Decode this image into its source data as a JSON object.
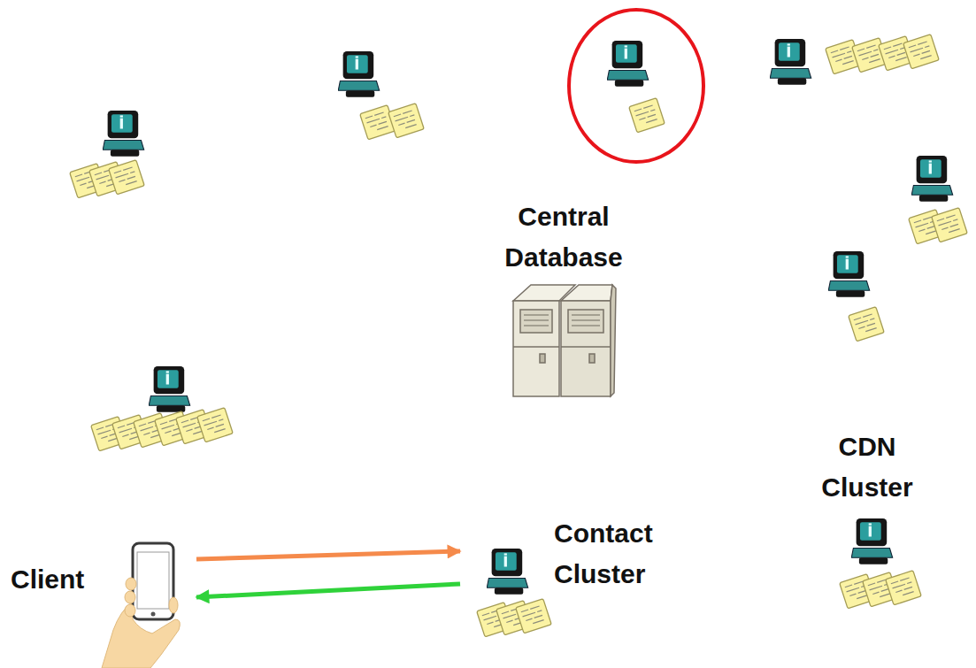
{
  "diagram": {
    "nodes": [
      {
        "text": [
          "Central Database"
        ]
      },
      {
        "text": [
          "CDN Cluster"
        ]
      },
      {
        "text": [
          "Client"
        ]
      },
      {
        "text": [
          "Contact Cluster"
        ]
      }
    ],
    "edges": [
      {
        "from": 2,
        "to": 3,
        "arrow": "to"
      },
      {
        "from": 3,
        "to": 2,
        "arrow": "to"
      }
    ]
  }
}
